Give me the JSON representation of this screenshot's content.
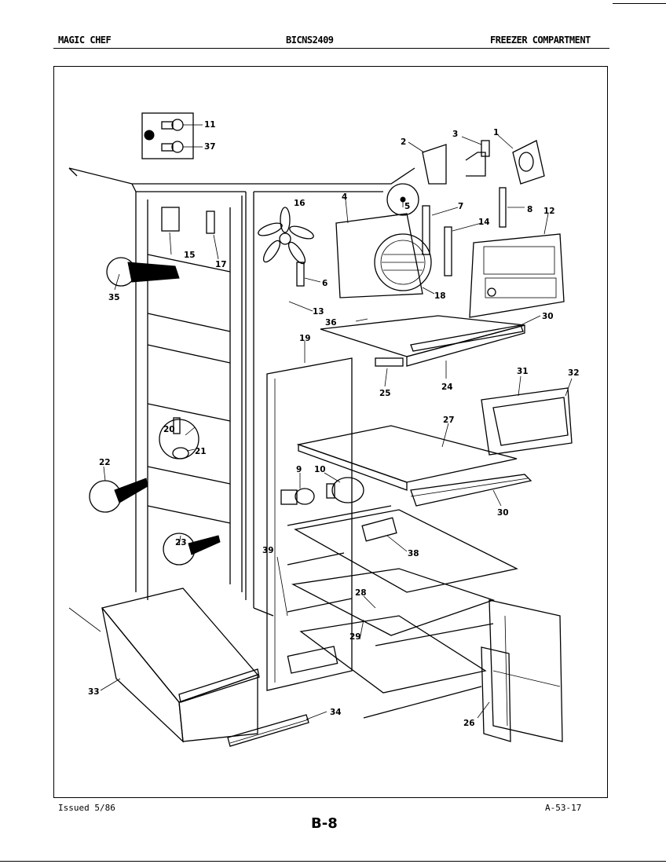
{
  "header": {
    "brand": "MAGIC CHEF",
    "model": "BICNS2409",
    "section": "FREEZER COMPARTMENT"
  },
  "footer": {
    "issued": "Issued 5/86",
    "page": "B-8",
    "code": "A-53-17"
  },
  "parts": {
    "p1": "1",
    "p2": "2",
    "p3": "3",
    "p4": "4",
    "p5": "5",
    "p6": "6",
    "p7": "7",
    "p8": "8",
    "p9": "9",
    "p10": "10",
    "p11": "11",
    "p12": "12",
    "p13": "13",
    "p14": "14",
    "p15": "15",
    "p16": "16",
    "p17": "17",
    "p18": "18",
    "p19": "19",
    "p20": "20",
    "p21": "21",
    "p22": "22",
    "p23": "23",
    "p24": "24",
    "p25": "25",
    "p26": "26",
    "p27": "27",
    "p28": "28",
    "p29": "29",
    "p30a": "30",
    "p30b": "30",
    "p31": "31",
    "p32": "32",
    "p33": "33",
    "p34": "34",
    "p35": "35",
    "p36": "36",
    "p37": "37",
    "p38": "38",
    "p39": "39"
  }
}
